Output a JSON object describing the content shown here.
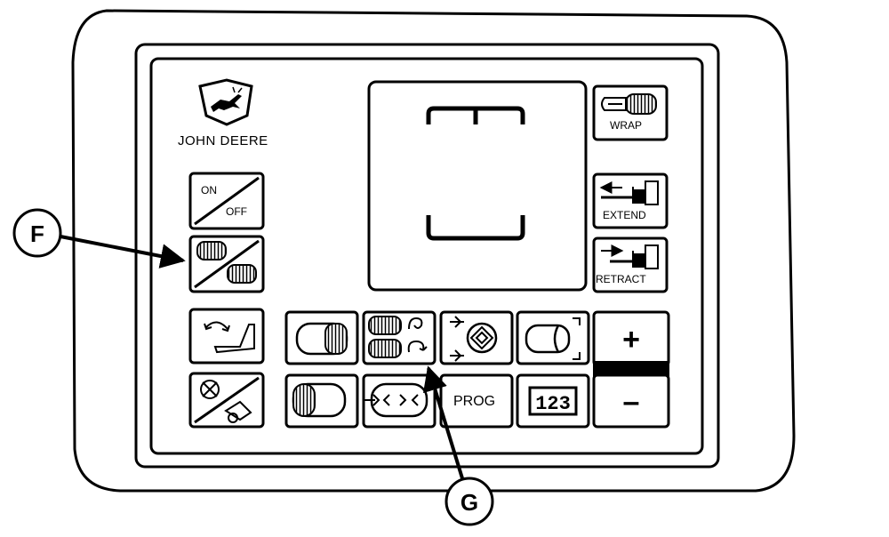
{
  "brand": {
    "name": "JOHN DEERE",
    "logo_icon": "leaping-deer-icon"
  },
  "left_buttons": [
    {
      "id": "on-off",
      "top": "ON",
      "bottom": "OFF"
    },
    {
      "id": "bale-mode",
      "icon": "twin-bales-icon"
    },
    {
      "id": "tailgate",
      "icon": "tailgate-icon"
    },
    {
      "id": "pickup",
      "icon": "pickup-icon"
    }
  ],
  "right_buttons": [
    {
      "id": "wrap",
      "label": "WRAP",
      "icon": "wrap-roll-icon"
    },
    {
      "id": "extend",
      "label": "EXTEND",
      "icon": "extend-arm-icon"
    },
    {
      "id": "retract",
      "label": "RETRACT",
      "icon": "retract-arm-icon"
    }
  ],
  "bottom_buttons": {
    "prog": "PROG",
    "counter_digits": "123",
    "plus": "+",
    "minus": "–"
  },
  "callouts": {
    "f": "F",
    "g": "G"
  },
  "colors": {
    "line": "#000000",
    "background": "#ffffff"
  }
}
